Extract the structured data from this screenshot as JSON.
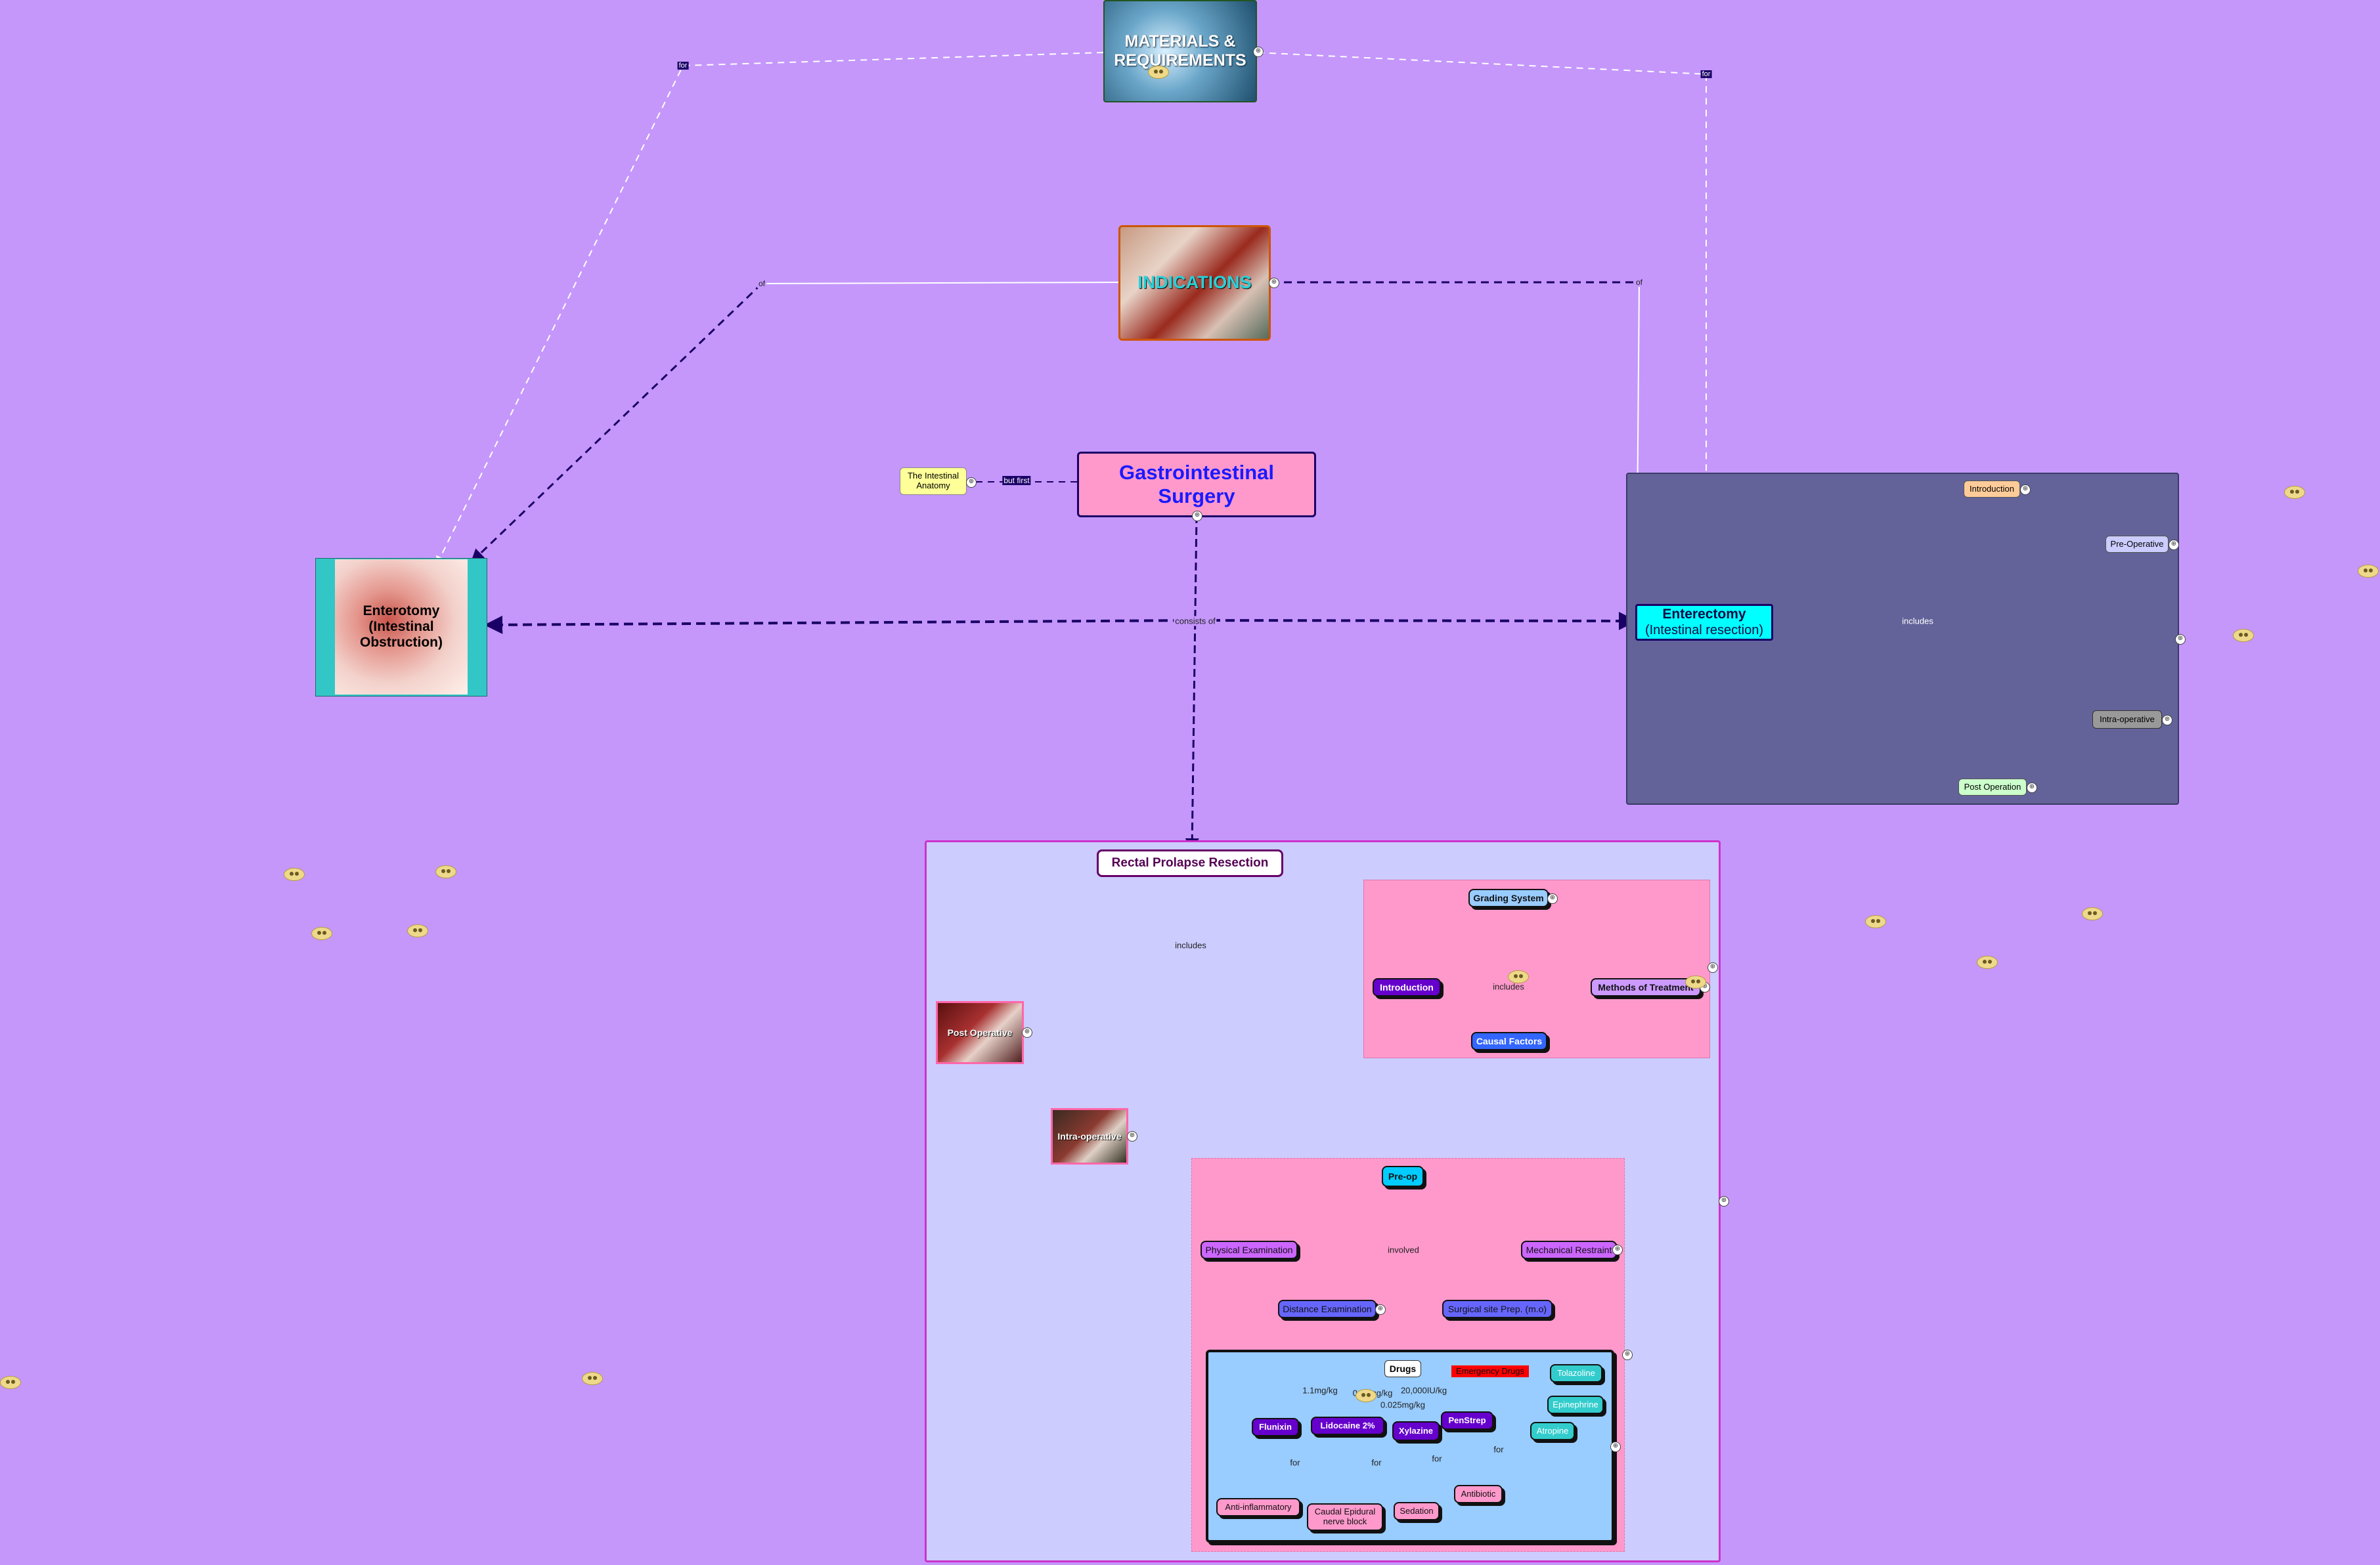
{
  "nodes": {
    "materials": "MATERIALS & REQUIREMENTS",
    "indications": "INDICATIONS",
    "main_topic": "Gastrointestinal Surgery",
    "anatomy": "The Intestinal Anatomy",
    "enterotomy": "Enterotomy (Intestinal Obstruction)",
    "enterectomy_title": "Enterectomy",
    "enterectomy_sub": "(Intestinal resection)",
    "ent_intro": "Introduction",
    "ent_preop": "Pre-Operative",
    "ent_intraop": "Intra-operative",
    "ent_postop": "Post Operation",
    "rectal": "Rectal Prolapse Resection",
    "post_operative": "Post Operative",
    "intra_operative": "Intra-operative",
    "grading": "Grading System",
    "introduction": "Introduction",
    "methods": "Methods of Treatment",
    "causal": "Causal Factors",
    "preop": "Pre-op",
    "physical": "Physical Examination",
    "mechanical": "Mechanical Restraint",
    "distance": "Distance Examination",
    "surgical_prep": "Surgical site Prep. (m.o)",
    "drugs": "Drugs",
    "emergency": "Emergency Drugs",
    "tolazoline": "Tolazoline",
    "epinephrine": "Epinephrine",
    "atropine": "Atropine",
    "flunixin": "Flunixin",
    "lidocaine": "Lidocaine 2%",
    "xylazine": "Xylazine",
    "penstrep": "PenStrep",
    "anti_inflammatory": "Anti-inflammatory",
    "caudal": "Caudal Epidural nerve block",
    "sedation": "Sedation",
    "antibiotic": "Antibiotic"
  },
  "links": {
    "for_left": "for",
    "for_right": "for",
    "of_left": "of",
    "of_right": "of",
    "but_first": "but first",
    "consists_of": "consists of",
    "ent_includes": "includes",
    "rectal_includes": "includes",
    "intro_includes": "includes",
    "involved": "involved",
    "flunixin_dose": "1.1mg/kg",
    "lidocaine_dose": "0.22mg/kg",
    "xylazine_dose": "0.025mg/kg",
    "penstrep_dose": "20,000IU/kg",
    "for_flunixin": "for",
    "for_lidocaine": "for",
    "for_xylazine": "for",
    "for_penstrep": "for"
  },
  "colors": {
    "background": "#c597fb",
    "main_topic_fill": "#ff99cc",
    "main_topic_text": "#1a1aff",
    "enterectomy_panel": "#63639a",
    "enterectomy_node": "#00ffff",
    "rectal_panel": "#ccccff",
    "pink_panel": "#ff99cc",
    "drugs_panel": "#99ccff",
    "purple_pill": "#6600cc",
    "blue_pill": "#3366ff",
    "teal_pill": "#33cccc",
    "emergency": "#ff0000"
  },
  "icons": {
    "expand": "expand-icon",
    "emoji": "smiley-emoji-icon"
  }
}
